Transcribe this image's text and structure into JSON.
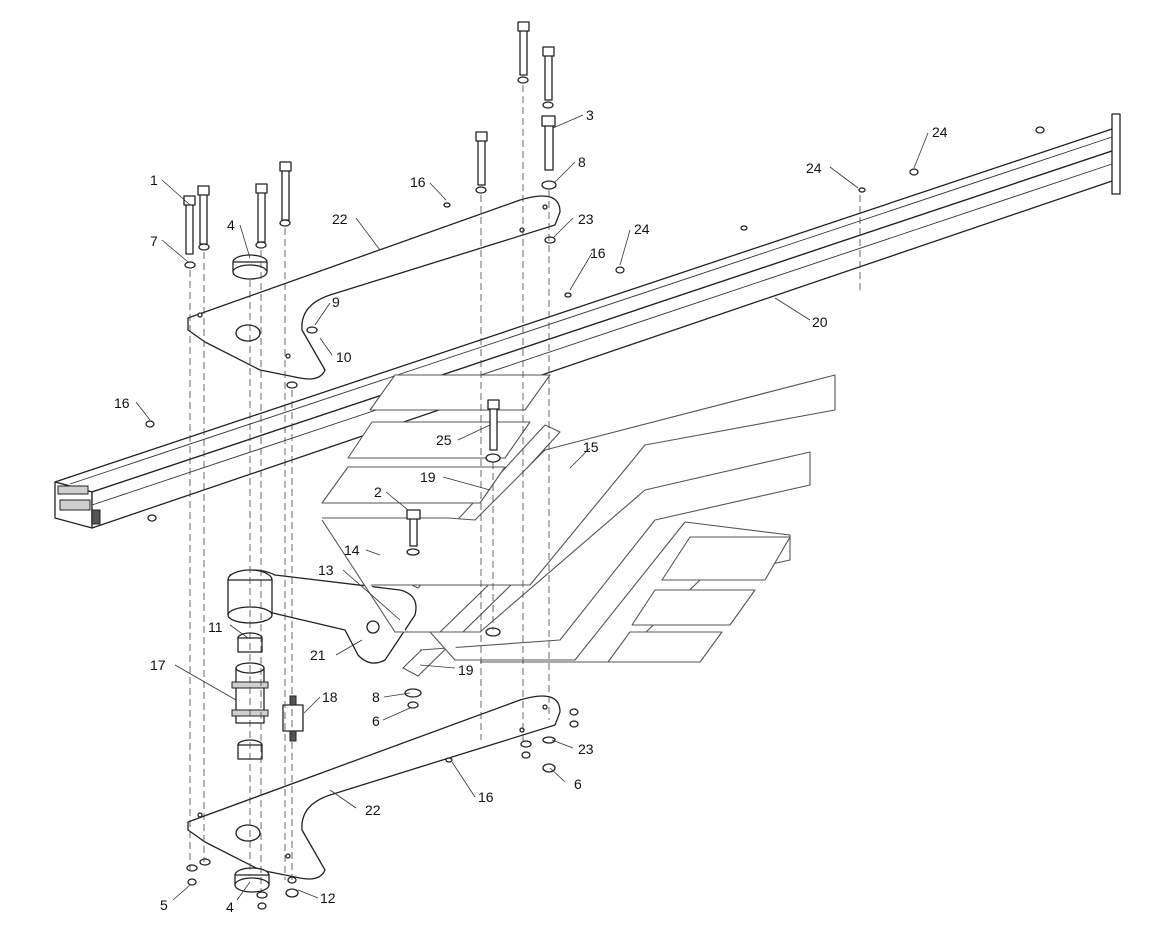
{
  "diagram": {
    "callouts": [
      "1",
      "2",
      "3",
      "4",
      "4",
      "5",
      "6",
      "6",
      "7",
      "8",
      "8",
      "9",
      "10",
      "11",
      "12",
      "13",
      "14",
      "15",
      "16",
      "16",
      "16",
      "16",
      "17",
      "18",
      "19",
      "19",
      "20",
      "21",
      "22",
      "22",
      "23",
      "23",
      "24",
      "24",
      "24",
      "25"
    ]
  }
}
